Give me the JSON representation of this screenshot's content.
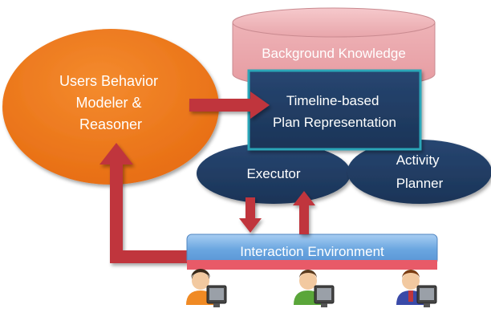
{
  "diagram": {
    "nodes": {
      "background_knowledge": {
        "label": "Background Knowledge",
        "shape": "cylinder",
        "color": "#e8a3a8"
      },
      "users_behavior": {
        "lines": [
          "Users Behavior",
          "Modeler &",
          "Reasoner"
        ],
        "shape": "ellipse",
        "color": "#f07818"
      },
      "timeline_plan": {
        "lines": [
          "Timeline-based",
          "Plan Representation"
        ],
        "shape": "rectangle",
        "color": "#1f3a5f",
        "border": "#2aa6b8"
      },
      "executor": {
        "label": "Executor",
        "shape": "ellipse",
        "color": "#1f3a5f"
      },
      "activity_planner": {
        "lines": [
          "Activity",
          "Planner"
        ],
        "shape": "ellipse",
        "color": "#1f3a5f"
      },
      "interaction_environment": {
        "label": "Interaction Environment",
        "shape": "bar",
        "color": "#6aa6e0",
        "underline_color": "#e85a68"
      }
    },
    "arrows": [
      {
        "from": "users_behavior",
        "to": "timeline_plan",
        "color": "#c0363c"
      },
      {
        "from": "executor",
        "to": "interaction_environment",
        "color": "#c0363c"
      },
      {
        "from": "interaction_environment",
        "to": "executor",
        "color": "#c0363c"
      },
      {
        "from": "interaction_environment",
        "to": "users_behavior",
        "color": "#c0363c"
      }
    ],
    "users": [
      {
        "icon": "user-at-computer-icon",
        "shirt_color": "#f08a24"
      },
      {
        "icon": "user-at-computer-icon",
        "shirt_color": "#5aa63a"
      },
      {
        "icon": "user-at-computer-icon",
        "shirt_color": "#3a4aa8"
      }
    ]
  }
}
